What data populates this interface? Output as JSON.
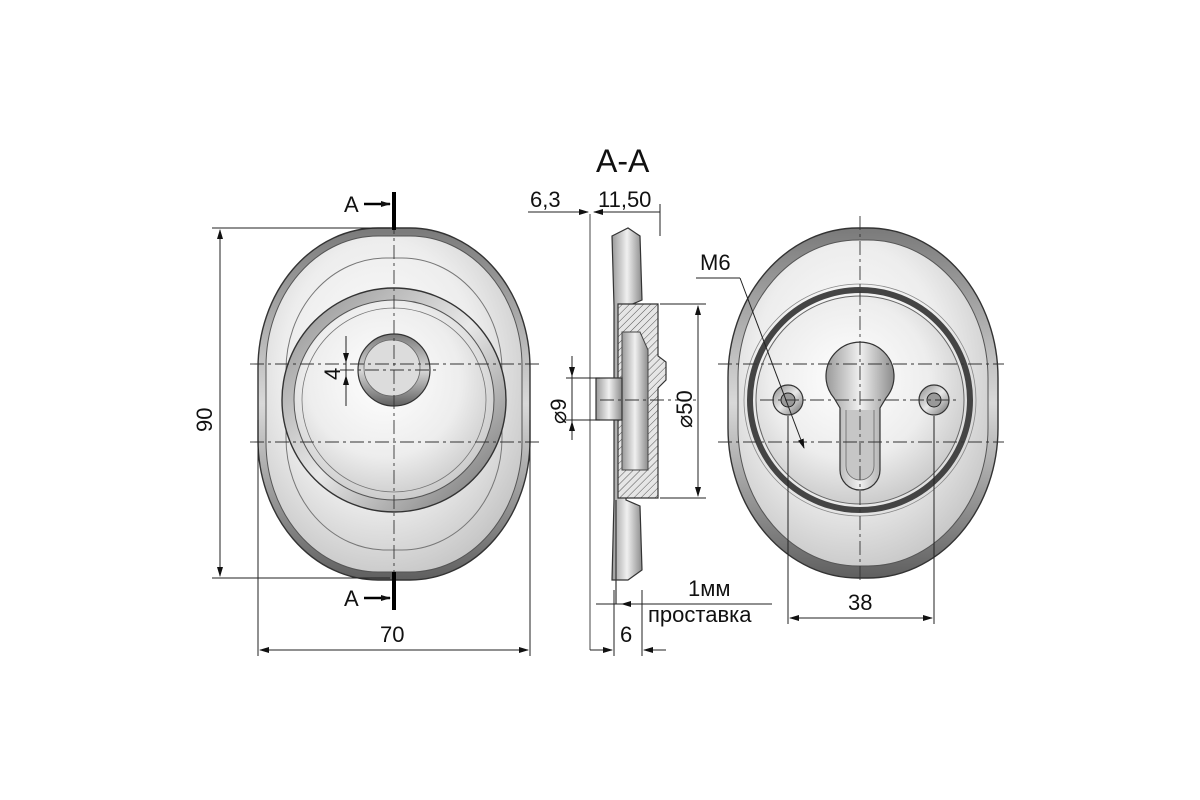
{
  "section_title": "A-A",
  "section_marks": {
    "top": "A",
    "bottom": "A"
  },
  "front_view": {
    "height_dim": "90",
    "width_dim": "70",
    "pin_offset_dim": "4"
  },
  "section_view": {
    "dim_left": "6,3",
    "dim_right": "11,50",
    "dia_pin": "⌀9",
    "dia_body": "⌀50",
    "spacer_value": "1мм",
    "spacer_label": "проставка",
    "thickness_dim": "6"
  },
  "back_view": {
    "thread_label": "M6",
    "hole_spacing_dim": "38"
  },
  "colors": {
    "metal_light": "#f2f2f2",
    "metal_mid": "#c9c9c9",
    "metal_dark": "#6f6f6f",
    "line": "#222222"
  }
}
